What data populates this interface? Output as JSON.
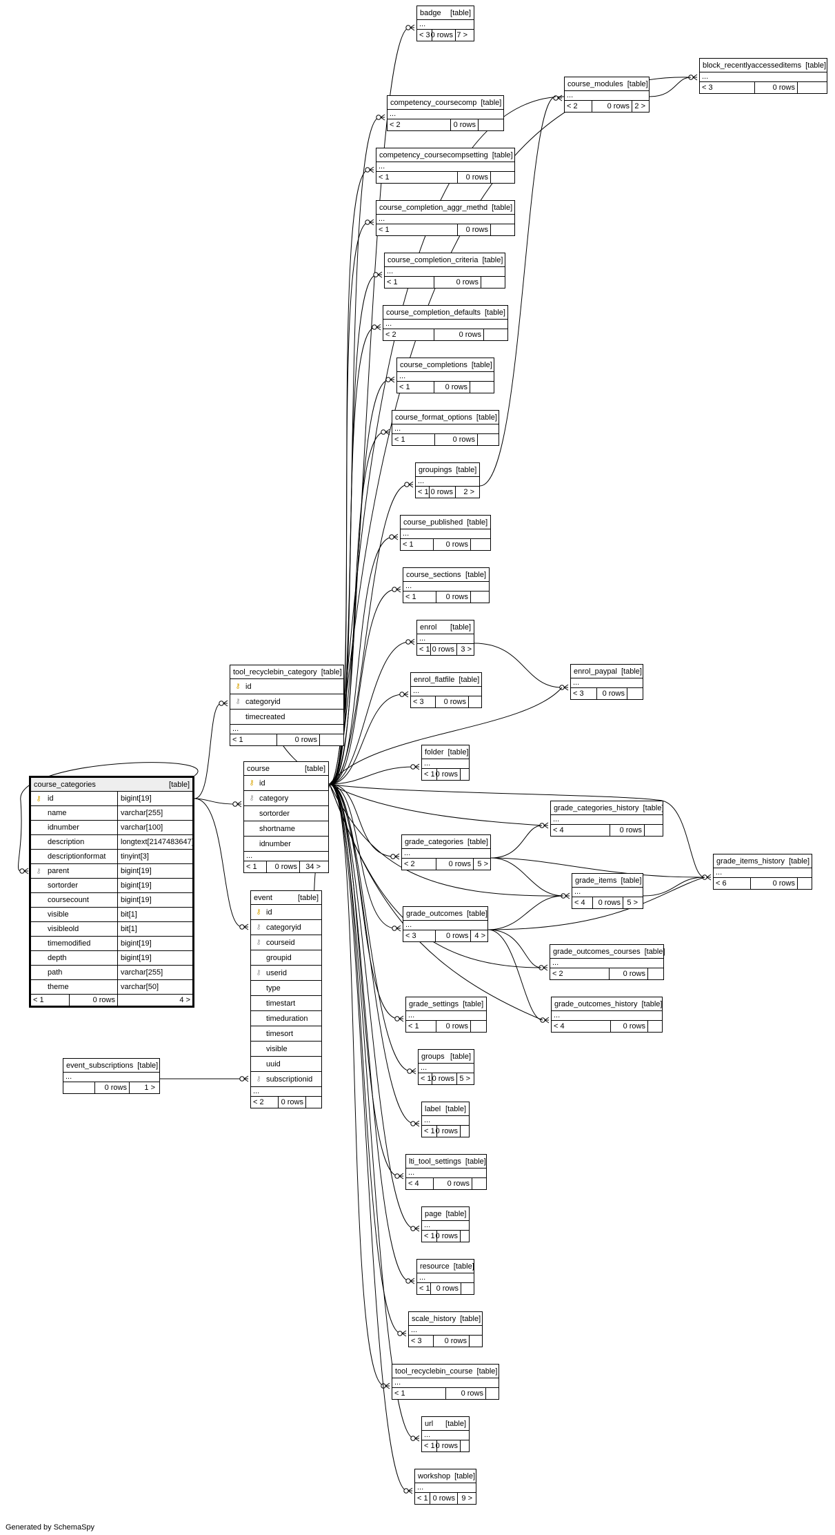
{
  "footer": "Generated by SchemaSpy",
  "table_tag": "[table]",
  "focus": {
    "name": "course_categories",
    "columns": [
      {
        "name": "id",
        "type": "bigint[19]",
        "key": "pk"
      },
      {
        "name": "name",
        "type": "varchar[255]",
        "key": ""
      },
      {
        "name": "idnumber",
        "type": "varchar[100]",
        "key": ""
      },
      {
        "name": "description",
        "type": "longtext[2147483647]",
        "key": ""
      },
      {
        "name": "descriptionformat",
        "type": "tinyint[3]",
        "key": ""
      },
      {
        "name": "parent",
        "type": "bigint[19]",
        "key": "fk"
      },
      {
        "name": "sortorder",
        "type": "bigint[19]",
        "key": ""
      },
      {
        "name": "coursecount",
        "type": "bigint[19]",
        "key": ""
      },
      {
        "name": "visible",
        "type": "bit[1]",
        "key": ""
      },
      {
        "name": "visibleold",
        "type": "bit[1]",
        "key": ""
      },
      {
        "name": "timemodified",
        "type": "bigint[19]",
        "key": ""
      },
      {
        "name": "depth",
        "type": "bigint[19]",
        "key": ""
      },
      {
        "name": "path",
        "type": "varchar[255]",
        "key": ""
      },
      {
        "name": "theme",
        "type": "varchar[50]",
        "key": ""
      }
    ],
    "footer": [
      "< 1",
      "0 rows",
      "4 >"
    ]
  },
  "tables": [
    {
      "id": "tool_recyclebin_category",
      "name": "tool_recyclebin_category",
      "columns": [
        {
          "name": "id",
          "key": "pk"
        },
        {
          "name": "categoryid",
          "key": "fk"
        },
        {
          "name": "timecreated",
          "key": ""
        }
      ],
      "ellipsis": "...",
      "footer": [
        "< 1",
        "0 rows",
        ""
      ]
    },
    {
      "id": "course",
      "name": "course",
      "columns": [
        {
          "name": "id",
          "key": "pk"
        },
        {
          "name": "category",
          "key": "fk"
        },
        {
          "name": "sortorder",
          "key": ""
        },
        {
          "name": "shortname",
          "key": ""
        },
        {
          "name": "idnumber",
          "key": ""
        }
      ],
      "ellipsis": "...",
      "footer": [
        "< 1",
        "0 rows",
        "34 >"
      ]
    },
    {
      "id": "event",
      "name": "event",
      "columns": [
        {
          "name": "id",
          "key": "pk"
        },
        {
          "name": "categoryid",
          "key": "fk"
        },
        {
          "name": "courseid",
          "key": "fk"
        },
        {
          "name": "groupid",
          "key": ""
        },
        {
          "name": "userid",
          "key": "fk"
        },
        {
          "name": "type",
          "key": ""
        },
        {
          "name": "timestart",
          "key": ""
        },
        {
          "name": "timeduration",
          "key": ""
        },
        {
          "name": "timesort",
          "key": ""
        },
        {
          "name": "visible",
          "key": ""
        },
        {
          "name": "uuid",
          "key": ""
        },
        {
          "name": "subscriptionid",
          "key": "fk"
        }
      ],
      "ellipsis": "...",
      "footer": [
        "< 2",
        "0 rows",
        ""
      ]
    },
    {
      "id": "event_subscriptions",
      "name": "event_subscriptions",
      "columns": [],
      "ellipsis": "...",
      "footer": [
        "",
        "0 rows",
        "1 >"
      ]
    },
    {
      "id": "badge",
      "name": "badge",
      "columns": [],
      "ellipsis": "...",
      "footer": [
        "< 3",
        "0 rows",
        "7 >"
      ]
    },
    {
      "id": "block_recentlyaccesseditems",
      "name": "block_recentlyaccesseditems",
      "columns": [],
      "ellipsis": "...",
      "footer": [
        "< 3",
        "0 rows",
        ""
      ]
    },
    {
      "id": "course_modules",
      "name": "course_modules",
      "columns": [],
      "ellipsis": "...",
      "footer": [
        "< 2",
        "0 rows",
        "2 >"
      ]
    },
    {
      "id": "competency_coursecomp",
      "name": "competency_coursecomp",
      "columns": [],
      "ellipsis": "...",
      "footer": [
        "< 2",
        "0 rows",
        ""
      ]
    },
    {
      "id": "competency_coursecompsetting",
      "name": "competency_coursecompsetting",
      "columns": [],
      "ellipsis": "...",
      "footer": [
        "< 1",
        "0 rows",
        ""
      ]
    },
    {
      "id": "course_completion_aggr_methd",
      "name": "course_completion_aggr_methd",
      "columns": [],
      "ellipsis": "...",
      "footer": [
        "< 1",
        "0 rows",
        ""
      ]
    },
    {
      "id": "course_completion_criteria",
      "name": "course_completion_criteria",
      "columns": [],
      "ellipsis": "...",
      "footer": [
        "< 1",
        "0 rows",
        ""
      ]
    },
    {
      "id": "course_completion_defaults",
      "name": "course_completion_defaults",
      "columns": [],
      "ellipsis": "...",
      "footer": [
        "< 2",
        "0 rows",
        ""
      ]
    },
    {
      "id": "course_completions",
      "name": "course_completions",
      "columns": [],
      "ellipsis": "...",
      "footer": [
        "< 1",
        "0 rows",
        ""
      ]
    },
    {
      "id": "course_format_options",
      "name": "course_format_options",
      "columns": [],
      "ellipsis": "...",
      "footer": [
        "< 1",
        "0 rows",
        ""
      ]
    },
    {
      "id": "groupings",
      "name": "groupings",
      "columns": [],
      "ellipsis": "...",
      "footer": [
        "< 1",
        "0 rows",
        "2 >"
      ]
    },
    {
      "id": "course_published",
      "name": "course_published",
      "columns": [],
      "ellipsis": "...",
      "footer": [
        "< 1",
        "0 rows",
        ""
      ]
    },
    {
      "id": "course_sections",
      "name": "course_sections",
      "columns": [],
      "ellipsis": "...",
      "footer": [
        "< 1",
        "0 rows",
        ""
      ]
    },
    {
      "id": "enrol",
      "name": "enrol",
      "columns": [],
      "ellipsis": "...",
      "footer": [
        "< 1",
        "0 rows",
        "3 >"
      ]
    },
    {
      "id": "enrol_paypal",
      "name": "enrol_paypal",
      "columns": [],
      "ellipsis": "...",
      "footer": [
        "< 3",
        "0 rows",
        ""
      ]
    },
    {
      "id": "enrol_flatfile",
      "name": "enrol_flatfile",
      "columns": [],
      "ellipsis": "...",
      "footer": [
        "< 3",
        "0 rows",
        ""
      ]
    },
    {
      "id": "folder",
      "name": "folder",
      "columns": [],
      "ellipsis": "...",
      "footer": [
        "< 1",
        "0 rows",
        ""
      ]
    },
    {
      "id": "grade_categories_history",
      "name": "grade_categories_history",
      "columns": [],
      "ellipsis": "...",
      "footer": [
        "< 4",
        "0 rows",
        ""
      ]
    },
    {
      "id": "grade_categories",
      "name": "grade_categories",
      "columns": [],
      "ellipsis": "...",
      "footer": [
        "< 2",
        "0 rows",
        "5 >"
      ]
    },
    {
      "id": "grade_items_history",
      "name": "grade_items_history",
      "columns": [],
      "ellipsis": "...",
      "footer": [
        "< 6",
        "0 rows",
        ""
      ]
    },
    {
      "id": "grade_items",
      "name": "grade_items",
      "columns": [],
      "ellipsis": "...",
      "footer": [
        "< 4",
        "0 rows",
        "5 >"
      ]
    },
    {
      "id": "grade_outcomes",
      "name": "grade_outcomes",
      "columns": [],
      "ellipsis": "...",
      "footer": [
        "< 3",
        "0 rows",
        "4 >"
      ]
    },
    {
      "id": "grade_outcomes_courses",
      "name": "grade_outcomes_courses",
      "columns": [],
      "ellipsis": "...",
      "footer": [
        "< 2",
        "0 rows",
        ""
      ]
    },
    {
      "id": "grade_outcomes_history",
      "name": "grade_outcomes_history",
      "columns": [],
      "ellipsis": "...",
      "footer": [
        "< 4",
        "0 rows",
        ""
      ]
    },
    {
      "id": "grade_settings",
      "name": "grade_settings",
      "columns": [],
      "ellipsis": "...",
      "footer": [
        "< 1",
        "0 rows",
        ""
      ]
    },
    {
      "id": "groups",
      "name": "groups",
      "columns": [],
      "ellipsis": "...",
      "footer": [
        "< 1",
        "0 rows",
        "5 >"
      ]
    },
    {
      "id": "label",
      "name": "label",
      "columns": [],
      "ellipsis": "...",
      "footer": [
        "< 1",
        "0 rows",
        ""
      ]
    },
    {
      "id": "lti_tool_settings",
      "name": "lti_tool_settings",
      "columns": [],
      "ellipsis": "...",
      "footer": [
        "< 4",
        "0 rows",
        ""
      ]
    },
    {
      "id": "page",
      "name": "page",
      "columns": [],
      "ellipsis": "...",
      "footer": [
        "< 1",
        "0 rows",
        ""
      ]
    },
    {
      "id": "resource",
      "name": "resource",
      "columns": [],
      "ellipsis": "...",
      "footer": [
        "< 1",
        "0 rows",
        ""
      ]
    },
    {
      "id": "scale_history",
      "name": "scale_history",
      "columns": [],
      "ellipsis": "...",
      "footer": [
        "< 3",
        "0 rows",
        ""
      ]
    },
    {
      "id": "tool_recyclebin_course",
      "name": "tool_recyclebin_course",
      "columns": [],
      "ellipsis": "...",
      "footer": [
        "< 1",
        "0 rows",
        ""
      ]
    },
    {
      "id": "url",
      "name": "url",
      "columns": [],
      "ellipsis": "...",
      "footer": [
        "< 1",
        "0 rows",
        ""
      ]
    },
    {
      "id": "workshop",
      "name": "workshop",
      "columns": [],
      "ellipsis": "...",
      "footer": [
        "< 1",
        "0 rows",
        "9 >"
      ]
    }
  ]
}
